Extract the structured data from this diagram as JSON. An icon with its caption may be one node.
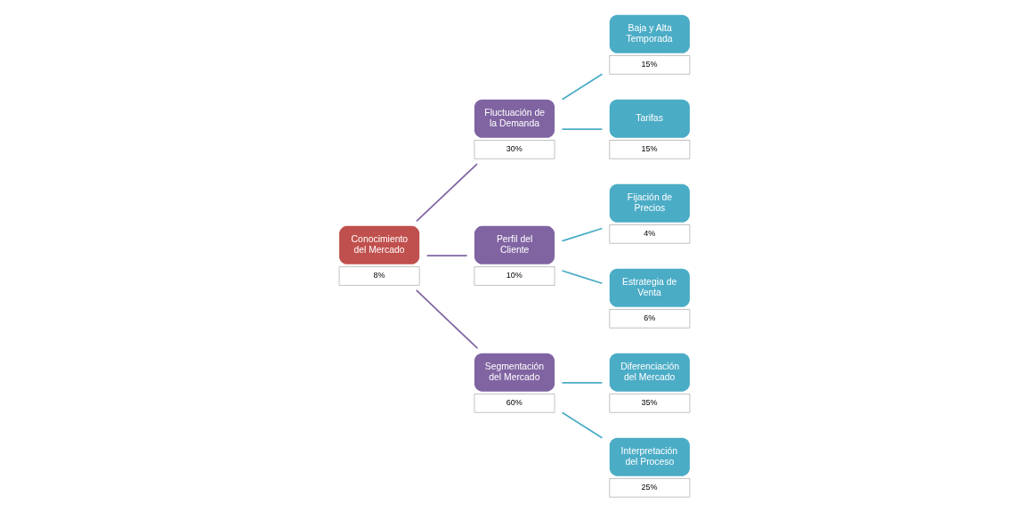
{
  "diagram": {
    "nodes": [
      {
        "text": [
          "Conocimiento del Mercado"
        ],
        "beside": [
          "8%"
        ]
      },
      {
        "text": [
          "Fluctuación de la Demanda"
        ],
        "beside": [
          "30%"
        ]
      },
      {
        "text": [
          "Perfil del Cliente"
        ],
        "beside": [
          "10%"
        ]
      },
      {
        "text": [
          "Segmentación del Mercado"
        ],
        "beside": [
          "60%"
        ]
      },
      {
        "text": [
          "Baja y Alta Temporada"
        ],
        "beside": [
          "15%"
        ]
      },
      {
        "text": [
          "Tarifas"
        ],
        "beside": [
          "15%"
        ]
      },
      {
        "text": [
          "Fijación de Precios"
        ],
        "beside": [
          "4%"
        ]
      },
      {
        "text": [
          "Estrategia de Venta"
        ],
        "beside": [
          "6%"
        ]
      },
      {
        "text": [
          "Diferenciación del Mercado"
        ],
        "beside": [
          "35%"
        ]
      },
      {
        "text": [
          "Interpretación del Proceso"
        ],
        "beside": [
          "25%"
        ]
      }
    ],
    "edges": [
      {
        "from": 0,
        "to": 1,
        "arrow": "none",
        "color": "#8064a2"
      },
      {
        "from": 0,
        "to": 2,
        "arrow": "none",
        "color": "#8064a2"
      },
      {
        "from": 0,
        "to": 3,
        "arrow": "none",
        "color": "#8064a2"
      },
      {
        "from": 1,
        "to": 4,
        "arrow": "none"
      },
      {
        "from": 1,
        "to": 5,
        "arrow": "none"
      },
      {
        "from": 2,
        "to": 6,
        "arrow": "none"
      },
      {
        "from": 2,
        "to": 7,
        "arrow": "none"
      },
      {
        "from": 3,
        "to": 8,
        "arrow": "none"
      },
      {
        "from": 3,
        "to": 9,
        "arrow": "none"
      }
    ]
  }
}
